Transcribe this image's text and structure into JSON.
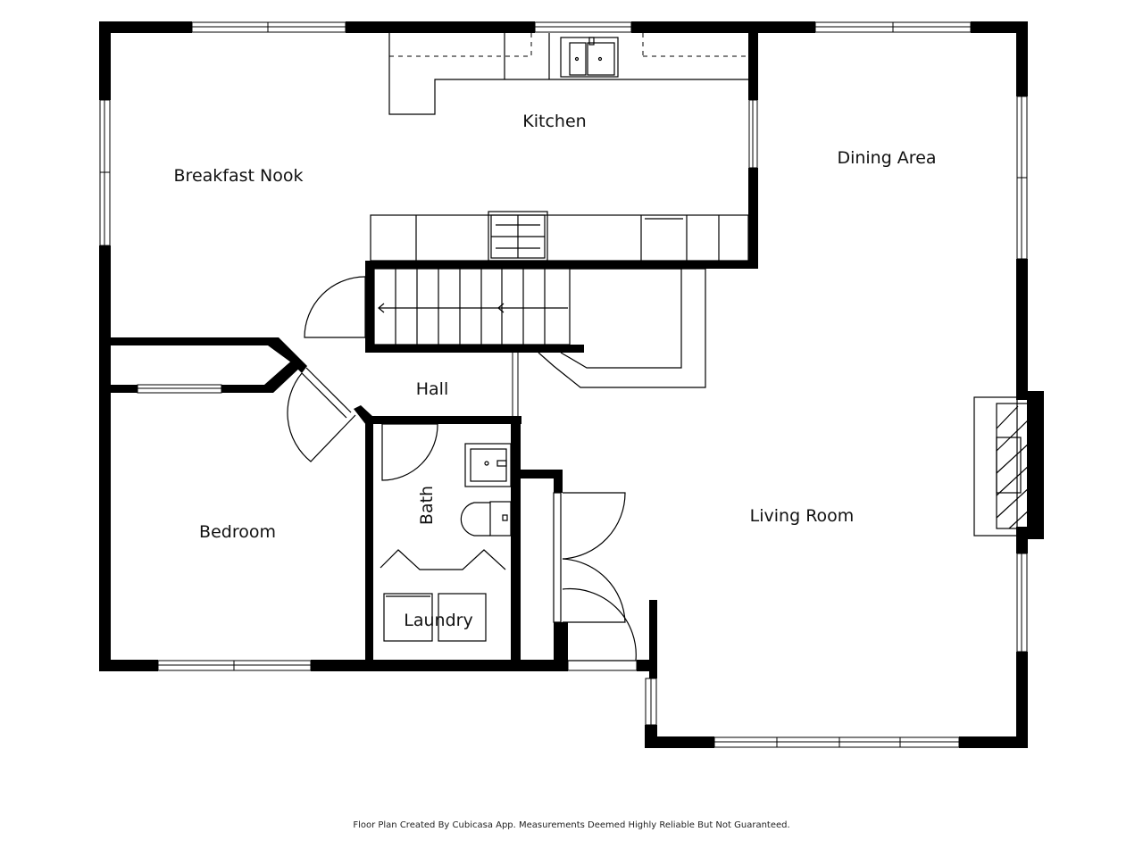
{
  "rooms": {
    "kitchen": "Kitchen",
    "breakfast_nook": "Breakfast Nook",
    "dining_area": "Dining Area",
    "hall": "Hall",
    "bath": "Bath",
    "bedroom": "Bedroom",
    "living_room": "Living Room",
    "laundry": "Laundry"
  },
  "footer": {
    "credit": "Floor Plan Created By Cubicasa App. Measurements Deemed Highly Reliable But Not Guaranteed."
  }
}
